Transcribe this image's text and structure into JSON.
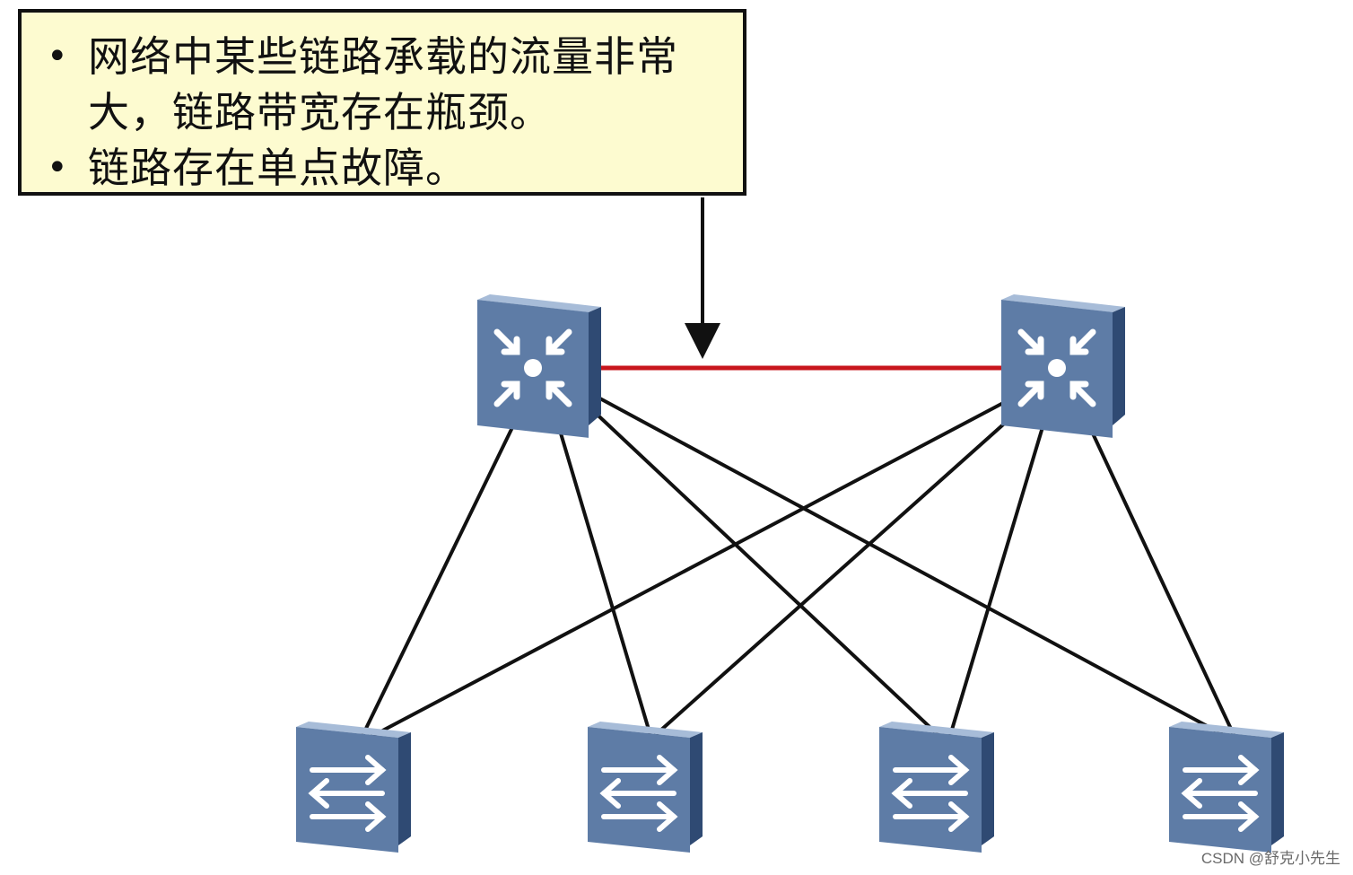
{
  "callout": {
    "bullets": [
      {
        "symbol": "•",
        "lines": [
          "网络中某些链路承载的流量非常",
          "大，链路带宽存在瓶颈。"
        ]
      },
      {
        "symbol": "•",
        "lines": [
          "链路存在单点故障。"
        ]
      }
    ]
  },
  "colors": {
    "device_face": "#5e7ca6",
    "device_dark": "#2f4a73",
    "device_light": "#9fb6d4",
    "highlight_link": "#c8161d",
    "link": "#111111",
    "callout_bg": "#fdfbd0"
  },
  "icons": {
    "core": "layer3-switch-icon",
    "access": "layer2-switch-icon"
  },
  "watermark": "CSDN @舒克小先生"
}
